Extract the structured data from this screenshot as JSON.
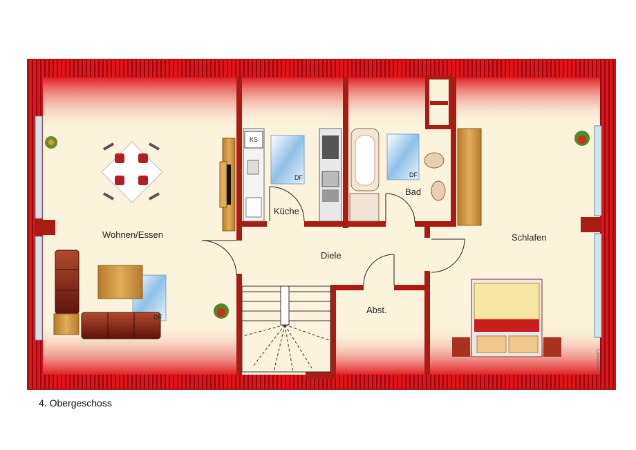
{
  "rooms": {
    "wohnen": "Wohnen/Essen",
    "kueche": "Küche",
    "bad": "Bad",
    "schlafen": "Schlafen",
    "diele": "Diele",
    "abst": "Abst."
  },
  "fixtures": {
    "ks": "KS",
    "df": "DF"
  },
  "caption": "4. Obergeschoss",
  "credit": "McDonald's",
  "colors": {
    "roof_red": "#e0141a",
    "wall": "#a81c14",
    "floor": "#fbf3dc",
    "window": "#cfe6ee",
    "furniture_wood": "#d4a052",
    "sofa": "#8a2214"
  }
}
